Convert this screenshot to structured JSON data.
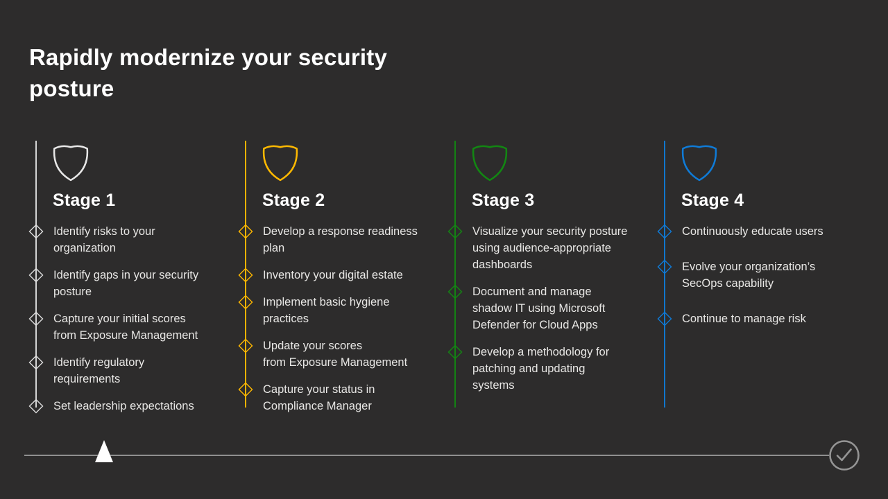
{
  "slide": {
    "title": "Rapidly modernize your security\nposture",
    "colors": {
      "background": "#2d2c2c",
      "title_text": "#ffffff",
      "body_text": "#e8e7e5",
      "stage1_accent": "#e8e8e8",
      "stage2_accent": "#ffb900",
      "stage3_accent": "#128712",
      "stage4_accent": "#0f7bd7",
      "timeline_gray": "#8f8f8f",
      "triangle_marker": "#ffffff"
    },
    "icons": {
      "stage_icon": "shield-icon",
      "bullet_icon": "diamond-icon",
      "timeline_marker": "triangle-up-icon",
      "timeline_end": "checkmark-circle-icon"
    },
    "stages": [
      {
        "label": "Stage 1",
        "color": "#e8e8e8",
        "items": [
          "Identify risks to your\norganization",
          "Identify gaps in your security\nposture",
          "Capture your initial scores\nfrom Exposure Management",
          "Identify regulatory\nrequirements",
          "Set leadership expectations"
        ]
      },
      {
        "label": "Stage 2",
        "color": "#ffb900",
        "items": [
          "Develop a response readiness\nplan",
          "Inventory your digital estate",
          "Implement basic hygiene\npractices",
          "Update your scores\nfrom Exposure Management",
          "Capture your status in\nCompliance Manager"
        ]
      },
      {
        "label": "Stage 3",
        "color": "#128712",
        "items": [
          "Visualize your security posture\nusing audience-appropriate\ndashboards",
          "Document and manage\nshadow IT using Microsoft\nDefender for Cloud Apps",
          "Develop a methodology for\npatching and updating\nsystems"
        ]
      },
      {
        "label": "Stage 4",
        "color": "#0f7bd7",
        "items": [
          "Continuously educate users",
          "Evolve your organization’s\nSecOps capability",
          "Continue to manage risk"
        ]
      }
    ]
  }
}
